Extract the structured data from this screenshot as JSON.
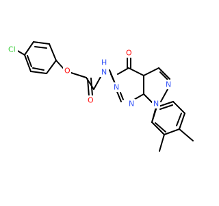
{
  "molecule": {
    "atoms": {
      "cl": {
        "text": "Cl",
        "color": "#33cc33"
      },
      "o_ether": {
        "text": "O",
        "color": "#ff0d0d"
      },
      "o_amide": {
        "text": "O",
        "color": "#ff0d0d"
      },
      "nh": {
        "text": "N",
        "color": "#3050f8"
      },
      "h_nh": {
        "text": "H",
        "color": "#3050f8"
      },
      "n5": {
        "text": "N",
        "color": "#3050f8"
      },
      "o_keto": {
        "text": "O",
        "color": "#ff0d0d"
      },
      "n2": {
        "text": "N",
        "color": "#3050f8"
      },
      "n1": {
        "text": "N",
        "color": "#3050f8"
      },
      "n7": {
        "text": "N",
        "color": "#3050f8"
      }
    },
    "bond_color": "#000000"
  }
}
